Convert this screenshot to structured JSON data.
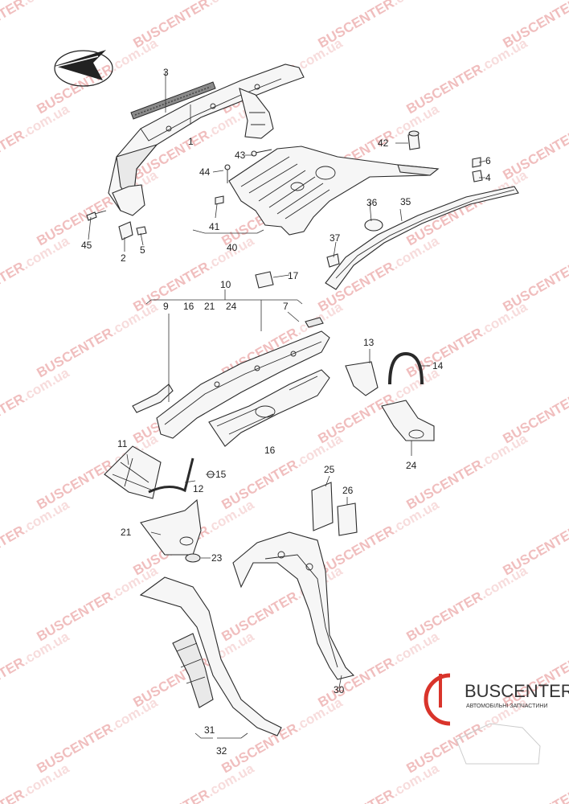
{
  "parts": [
    {
      "id": "p1",
      "label": "1"
    },
    {
      "id": "p2",
      "label": "2"
    },
    {
      "id": "p3",
      "label": "3"
    },
    {
      "id": "p4",
      "label": "4"
    },
    {
      "id": "p5",
      "label": "5"
    },
    {
      "id": "p6",
      "label": "6"
    },
    {
      "id": "p7",
      "label": "7"
    },
    {
      "id": "p9",
      "label": "9"
    },
    {
      "id": "p10",
      "label": "10"
    },
    {
      "id": "p11",
      "label": "11"
    },
    {
      "id": "p12",
      "label": "12"
    },
    {
      "id": "p13",
      "label": "13"
    },
    {
      "id": "p14",
      "label": "14"
    },
    {
      "id": "p15",
      "label": "15"
    },
    {
      "id": "p16a",
      "label": "16"
    },
    {
      "id": "p16b",
      "label": "16"
    },
    {
      "id": "p17",
      "label": "17"
    },
    {
      "id": "p21a",
      "label": "21"
    },
    {
      "id": "p21b",
      "label": "21"
    },
    {
      "id": "p23",
      "label": "23"
    },
    {
      "id": "p24a",
      "label": "24"
    },
    {
      "id": "p24b",
      "label": "24"
    },
    {
      "id": "p25",
      "label": "25"
    },
    {
      "id": "p26",
      "label": "26"
    },
    {
      "id": "p30",
      "label": "30"
    },
    {
      "id": "p31",
      "label": "31"
    },
    {
      "id": "p32",
      "label": "32"
    },
    {
      "id": "p35",
      "label": "35"
    },
    {
      "id": "p36",
      "label": "36"
    },
    {
      "id": "p37",
      "label": "37"
    },
    {
      "id": "p40",
      "label": "40"
    },
    {
      "id": "p41",
      "label": "41"
    },
    {
      "id": "p42",
      "label": "42"
    },
    {
      "id": "p43",
      "label": "43"
    },
    {
      "id": "p44",
      "label": "44"
    },
    {
      "id": "p45",
      "label": "45"
    }
  ],
  "watermark": {
    "text_a": "BUSCENTER",
    "text_b": ".com.ua"
  },
  "logo": {
    "brand": "BUSCENTER",
    "tagline": "АВТОМОБІЛЬНІ ЗАПЧАСТИНИ"
  },
  "colors": {
    "watermark": "#e58a8a",
    "logo_red": "#d9342b",
    "logo_text": "#333333"
  }
}
